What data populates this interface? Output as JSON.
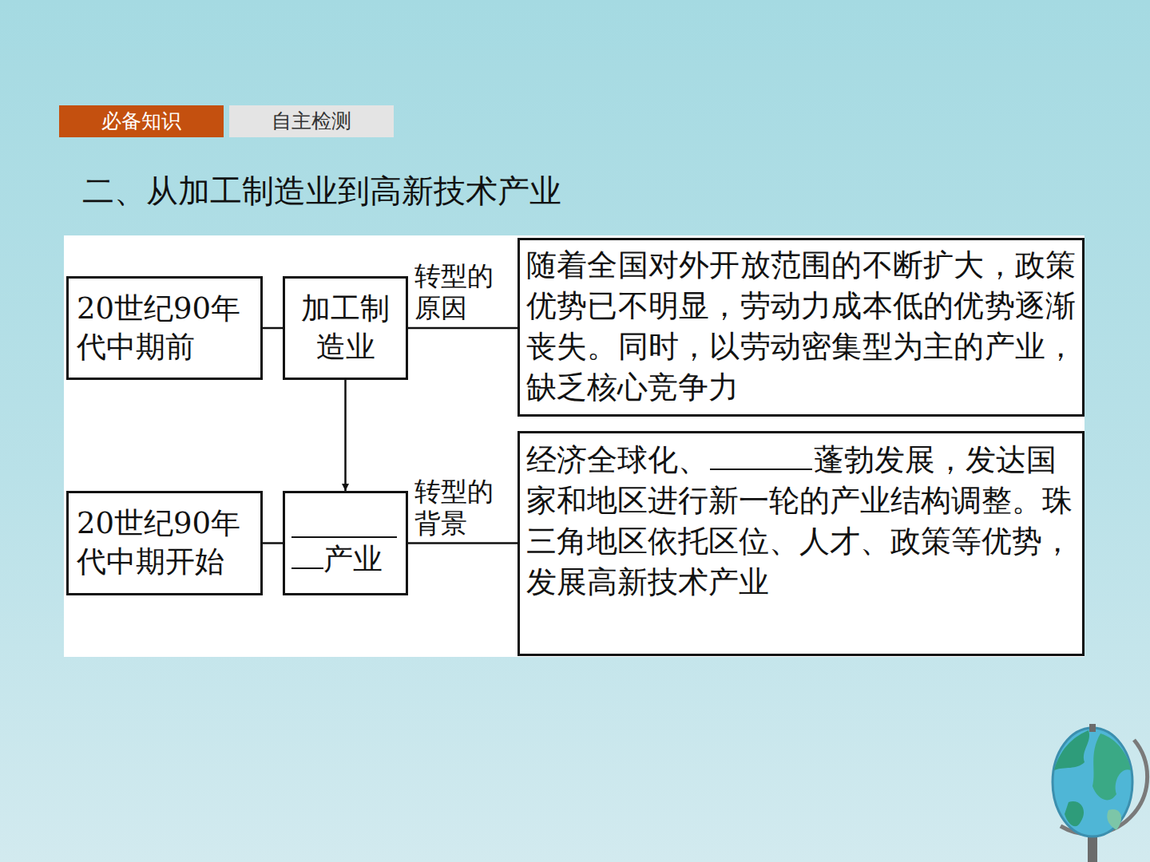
{
  "diagram": {
    "title": "二、从加工制造业到高新技术产业",
    "nodes": [
      {
        "text": [
          "20世纪90年代中期前"
        ]
      },
      {
        "text": [
          "加工制造业"
        ]
      },
      {
        "text": [
          "随着全国对外开放范围的不断扩大，政策优势已不明显，劳动力成本低的优势逐渐丧失。同时，以劳动密集型为主的产业，缺乏核心竞争力"
        ]
      },
      {
        "text": [
          "20世纪90年代中期开始"
        ]
      },
      {
        "text": [
          "产业"
        ]
      },
      {
        "text": [
          "经济全球化、",
          "蓬勃发展，发达国家和地区进行新一轮的产业结构调整。珠三角地区依托区位、人才、政策等优势，发展高新技术产业"
        ]
      }
    ],
    "edges": [
      {
        "from": 0,
        "to": 1,
        "arrow": "none"
      },
      {
        "from": 1,
        "to": 2,
        "label": "转型的原因",
        "arrow": "none"
      },
      {
        "from": 1,
        "to": 4,
        "arrow": "to"
      },
      {
        "from": 3,
        "to": 4,
        "arrow": "none"
      },
      {
        "from": 4,
        "to": 5,
        "label": "转型的背景",
        "arrow": "none"
      }
    ],
    "labels": [
      "必备知识",
      "自主检测"
    ]
  }
}
